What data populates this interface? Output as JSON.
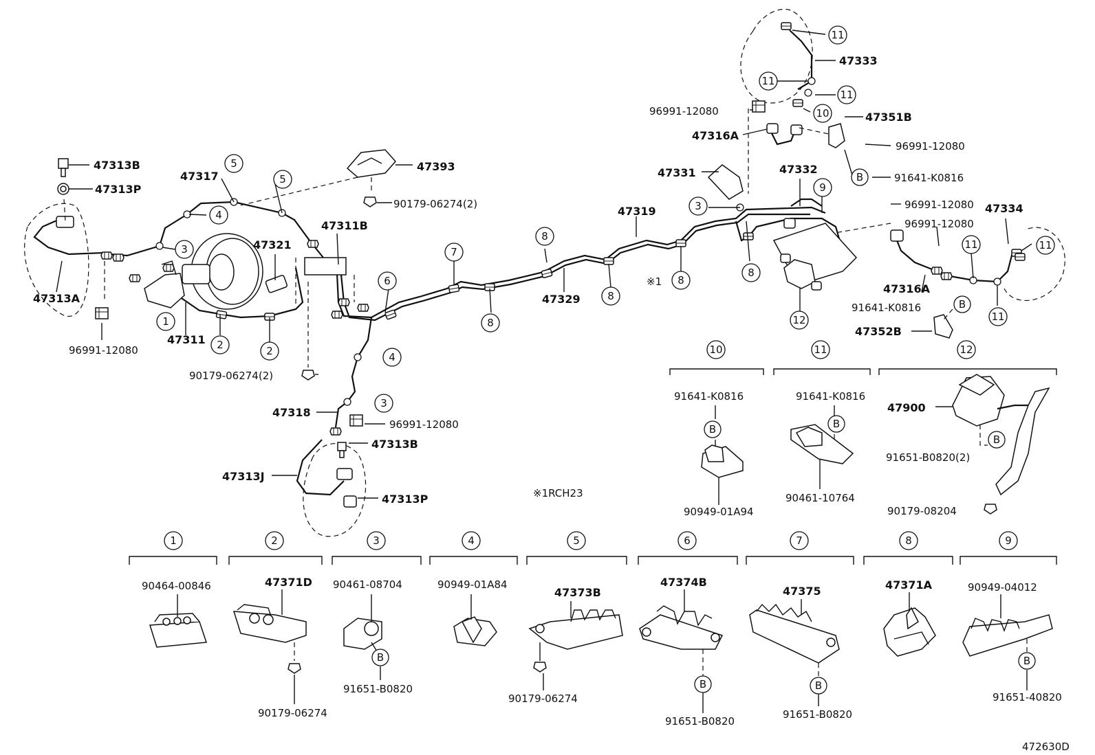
{
  "diagram_id": "472630D",
  "note_text": "※1RCH23",
  "note_marker": "※1",
  "callouts": {
    "p47313B_top": "47313B",
    "p47313P_top": "47313P",
    "p47313A": "47313A",
    "p96991_left": "96991-12080",
    "p47317": "47317",
    "p47311": "47311",
    "p47321": "47321",
    "p47311B": "47311B",
    "p47393": "47393",
    "p90179_top": "90179-06274(2)",
    "p90179_left": "90179-06274(2)",
    "p47318": "47318",
    "p96991_mid": "96991-12080",
    "p47313B_bot": "47313B",
    "p47313J": "47313J",
    "p47313P_bot": "47313P",
    "p47319": "47319",
    "p47329": "47329",
    "p96991_upper": "96991-12080",
    "p47316A_top": "47316A",
    "p47331": "47331",
    "p47332": "47332",
    "p47333": "47333",
    "p47351B": "47351B",
    "p96991_r1": "96991-12080",
    "p91641_r1": "91641-K0816",
    "p96991_r2": "96991-12080",
    "p47334": "47334",
    "p96991_r3": "96991-12080",
    "p47316A_bot": "47316A",
    "p91641_r2": "91641-K0816",
    "p47352B": "47352B"
  },
  "circle_numbers": [
    "1",
    "2",
    "3",
    "4",
    "5",
    "6",
    "7",
    "8",
    "9",
    "10",
    "11",
    "12"
  ],
  "bolt_letter": "B",
  "kits_top": [
    {
      "num": "10",
      "upper": "91641-K0816",
      "lower": "90949-01A94"
    },
    {
      "num": "11",
      "upper": "91641-K0816",
      "lower": "90461-10764"
    },
    {
      "num": "12",
      "upper": "47900",
      "mid": "91651-B0820(2)",
      "lower": "90179-08204"
    }
  ],
  "kits_bottom": [
    {
      "num": "1",
      "upper": "90464-00846"
    },
    {
      "num": "2",
      "upper": "47371D",
      "lower": "90179-06274"
    },
    {
      "num": "3",
      "upper": "90461-08704",
      "lower": "91651-B0820"
    },
    {
      "num": "4",
      "upper": "90949-01A84"
    },
    {
      "num": "5",
      "upper": "47373B",
      "lower": "90179-06274"
    },
    {
      "num": "6",
      "upper": "47374B",
      "lower": "91651-B0820"
    },
    {
      "num": "7",
      "upper": "47375",
      "lower": "91651-B0820"
    },
    {
      "num": "8",
      "upper": "47371A"
    },
    {
      "num": "9",
      "upper": "90949-04012",
      "lower": "91651-40820"
    }
  ]
}
